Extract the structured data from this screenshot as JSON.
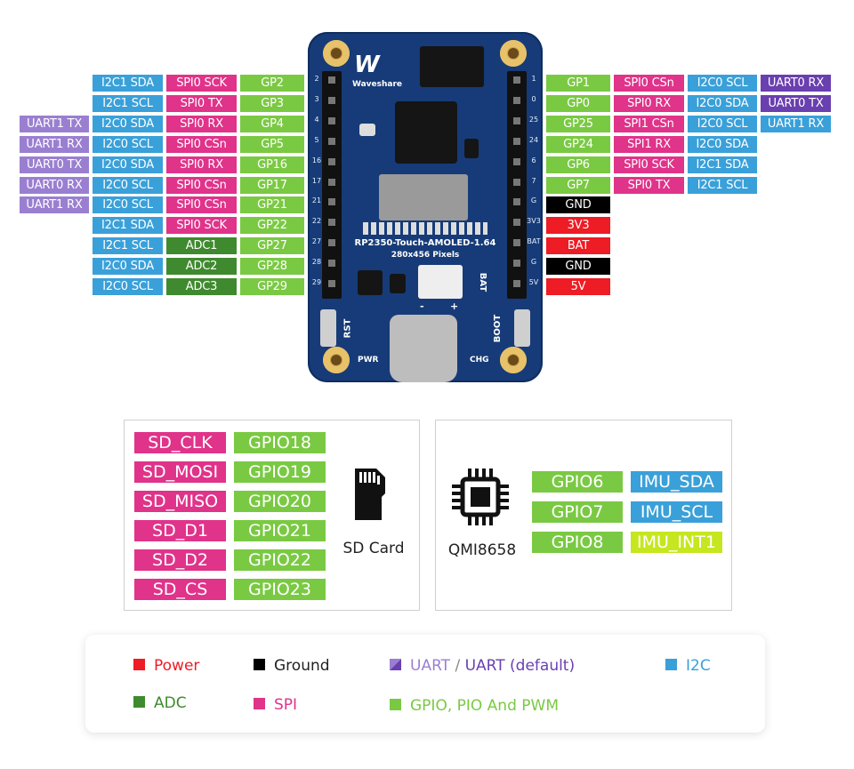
{
  "colors": {
    "gpio": "#7ac943",
    "spi": "#e0338a",
    "i2c": "#3aa0d9",
    "uart": "#9a7fd1",
    "uart_default": "#6a3fb0",
    "adc": "#3f8a2e",
    "power": "#ee1c24",
    "ground": "#000000"
  },
  "board": {
    "logo": "Waveshare",
    "model": "RP2350-Touch-AMOLED-1.64",
    "resolution": "280x456 Pixels",
    "left_pin_numbers": [
      "2",
      "3",
      "4",
      "5",
      "16",
      "17",
      "21",
      "22",
      "27",
      "28",
      "29"
    ],
    "right_pin_numbers": [
      "1",
      "0",
      "25",
      "24",
      "6",
      "7",
      "G",
      "3V3",
      "BAT",
      "G",
      "5V"
    ],
    "bat": "BAT",
    "rst": "RST",
    "boot": "BOOT",
    "pwr": "PWR",
    "chg": "CHG",
    "minus": "-",
    "plus": "+"
  },
  "left_pins": [
    {
      "gpio": "GP2",
      "l1": {
        "text": "SPI0 SCK",
        "c": "spi"
      },
      "l2": {
        "text": "I2C1 SDA",
        "c": "i2c"
      },
      "l3": null
    },
    {
      "gpio": "GP3",
      "l1": {
        "text": "SPI0 TX",
        "c": "spi"
      },
      "l2": {
        "text": "I2C1 SCL",
        "c": "i2c"
      },
      "l3": null
    },
    {
      "gpio": "GP4",
      "l1": {
        "text": "SPI0 RX",
        "c": "spi"
      },
      "l2": {
        "text": "I2C0 SDA",
        "c": "i2c"
      },
      "l3": {
        "text": "UART1 TX",
        "c": "uart"
      }
    },
    {
      "gpio": "GP5",
      "l1": {
        "text": "SPI0 CSn",
        "c": "spi"
      },
      "l2": {
        "text": "I2C0 SCL",
        "c": "i2c"
      },
      "l3": {
        "text": "UART1 RX",
        "c": "uart"
      }
    },
    {
      "gpio": "GP16",
      "l1": {
        "text": "SPI0 RX",
        "c": "spi"
      },
      "l2": {
        "text": "I2C0 SDA",
        "c": "i2c"
      },
      "l3": {
        "text": "UART0 TX",
        "c": "uart"
      }
    },
    {
      "gpio": "GP17",
      "l1": {
        "text": "SPI0 CSn",
        "c": "spi"
      },
      "l2": {
        "text": "I2C0 SCL",
        "c": "i2c"
      },
      "l3": {
        "text": "UART0 RX",
        "c": "uart"
      }
    },
    {
      "gpio": "GP21",
      "l1": {
        "text": "SPI0 CSn",
        "c": "spi"
      },
      "l2": {
        "text": "I2C0 SCL",
        "c": "i2c"
      },
      "l3": {
        "text": "UART1 RX",
        "c": "uart"
      }
    },
    {
      "gpio": "GP22",
      "l1": {
        "text": "SPI0 SCK",
        "c": "spi"
      },
      "l2": {
        "text": "I2C1 SDA",
        "c": "i2c"
      },
      "l3": null
    },
    {
      "gpio": "GP27",
      "l1": {
        "text": "ADC1",
        "c": "adc"
      },
      "l2": {
        "text": "I2C1 SCL",
        "c": "i2c"
      },
      "l3": null
    },
    {
      "gpio": "GP28",
      "l1": {
        "text": "ADC2",
        "c": "adc"
      },
      "l2": {
        "text": "I2C0 SDA",
        "c": "i2c"
      },
      "l3": null
    },
    {
      "gpio": "GP29",
      "l1": {
        "text": "ADC3",
        "c": "adc"
      },
      "l2": {
        "text": "I2C0 SCL",
        "c": "i2c"
      },
      "l3": null
    }
  ],
  "right_pins": [
    {
      "main": {
        "text": "GP1",
        "c": "gpio"
      },
      "r1": {
        "text": "SPI0 CSn",
        "c": "spi"
      },
      "r2": {
        "text": "I2C0 SCL",
        "c": "i2c"
      },
      "r3": {
        "text": "UART0 RX",
        "c": "uartd"
      }
    },
    {
      "main": {
        "text": "GP0",
        "c": "gpio"
      },
      "r1": {
        "text": "SPI0 RX",
        "c": "spi"
      },
      "r2": {
        "text": "I2C0 SDA",
        "c": "i2c"
      },
      "r3": {
        "text": "UART0 TX",
        "c": "uartd"
      }
    },
    {
      "main": {
        "text": "GP25",
        "c": "gpio"
      },
      "r1": {
        "text": "SPI1 CSn",
        "c": "spi"
      },
      "r2": {
        "text": "I2C0 SCL",
        "c": "i2c"
      },
      "r3": {
        "text": "UART1 RX",
        "c": "i2c"
      }
    },
    {
      "main": {
        "text": "GP24",
        "c": "gpio"
      },
      "r1": {
        "text": "SPI1 RX",
        "c": "spi"
      },
      "r2": {
        "text": "I2C0 SDA",
        "c": "i2c"
      },
      "r3": null
    },
    {
      "main": {
        "text": "GP6",
        "c": "gpio"
      },
      "r1": {
        "text": "SPI0 SCK",
        "c": "spi"
      },
      "r2": {
        "text": "I2C1 SDA",
        "c": "i2c"
      },
      "r3": null
    },
    {
      "main": {
        "text": "GP7",
        "c": "gpio"
      },
      "r1": {
        "text": "SPI0 TX",
        "c": "spi"
      },
      "r2": {
        "text": "I2C1 SCL",
        "c": "i2c"
      },
      "r3": null
    },
    {
      "main": {
        "text": "GND",
        "c": "ground"
      },
      "r1": null,
      "r2": null,
      "r3": null
    },
    {
      "main": {
        "text": "3V3",
        "c": "power"
      },
      "r1": null,
      "r2": null,
      "r3": null
    },
    {
      "main": {
        "text": "BAT",
        "c": "power"
      },
      "r1": null,
      "r2": null,
      "r3": null
    },
    {
      "main": {
        "text": "GND",
        "c": "ground"
      },
      "r1": null,
      "r2": null,
      "r3": null
    },
    {
      "main": {
        "text": "5V",
        "c": "power"
      },
      "r1": null,
      "r2": null,
      "r3": null
    }
  ],
  "sd_card": {
    "caption": "SD Card",
    "rows": [
      {
        "signal": "SD_CLK",
        "gpio": "GPIO18"
      },
      {
        "signal": "SD_MOSI",
        "gpio": "GPIO19"
      },
      {
        "signal": "SD_MISO",
        "gpio": "GPIO20"
      },
      {
        "signal": "SD_D1",
        "gpio": "GPIO21"
      },
      {
        "signal": "SD_D2",
        "gpio": "GPIO22"
      },
      {
        "signal": "SD_CS",
        "gpio": "GPIO23"
      }
    ]
  },
  "imu": {
    "caption": "QMI8658",
    "rows": [
      {
        "gpio": "GPIO6",
        "signal": "IMU_SDA",
        "c": "i2c"
      },
      {
        "gpio": "GPIO7",
        "signal": "IMU_SCL",
        "c": "i2c"
      },
      {
        "gpio": "GPIO8",
        "signal": "IMU_INT1",
        "c": "int"
      }
    ],
    "int_color": "#c6e61f"
  },
  "legend": {
    "power": "Power",
    "ground": "Ground",
    "uart": "UART",
    "slash": "/",
    "uart_default": "UART (default)",
    "i2c": "I2C",
    "adc": "ADC",
    "spi": "SPI",
    "gpio": "GPIO, PIO And PWM"
  }
}
